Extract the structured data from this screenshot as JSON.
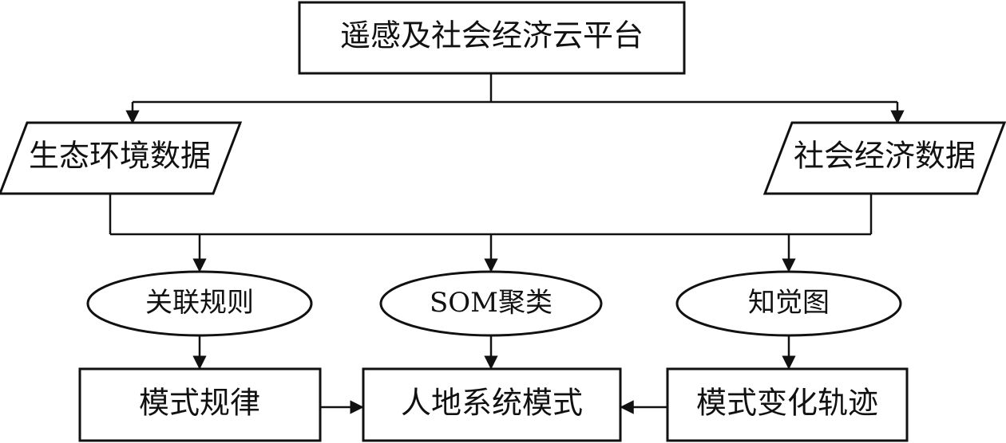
{
  "nodes": {
    "platform": "遥感及社会经济云平台",
    "eco_data": "生态环境数据",
    "socio_data": "社会经济数据",
    "assoc_rules": "关联规则",
    "som": "SOM聚类",
    "cog_map": "知觉图",
    "pattern_rules": "模式规律",
    "hum_env": "人地系统模式",
    "trajectory": "模式变化轨迹"
  }
}
